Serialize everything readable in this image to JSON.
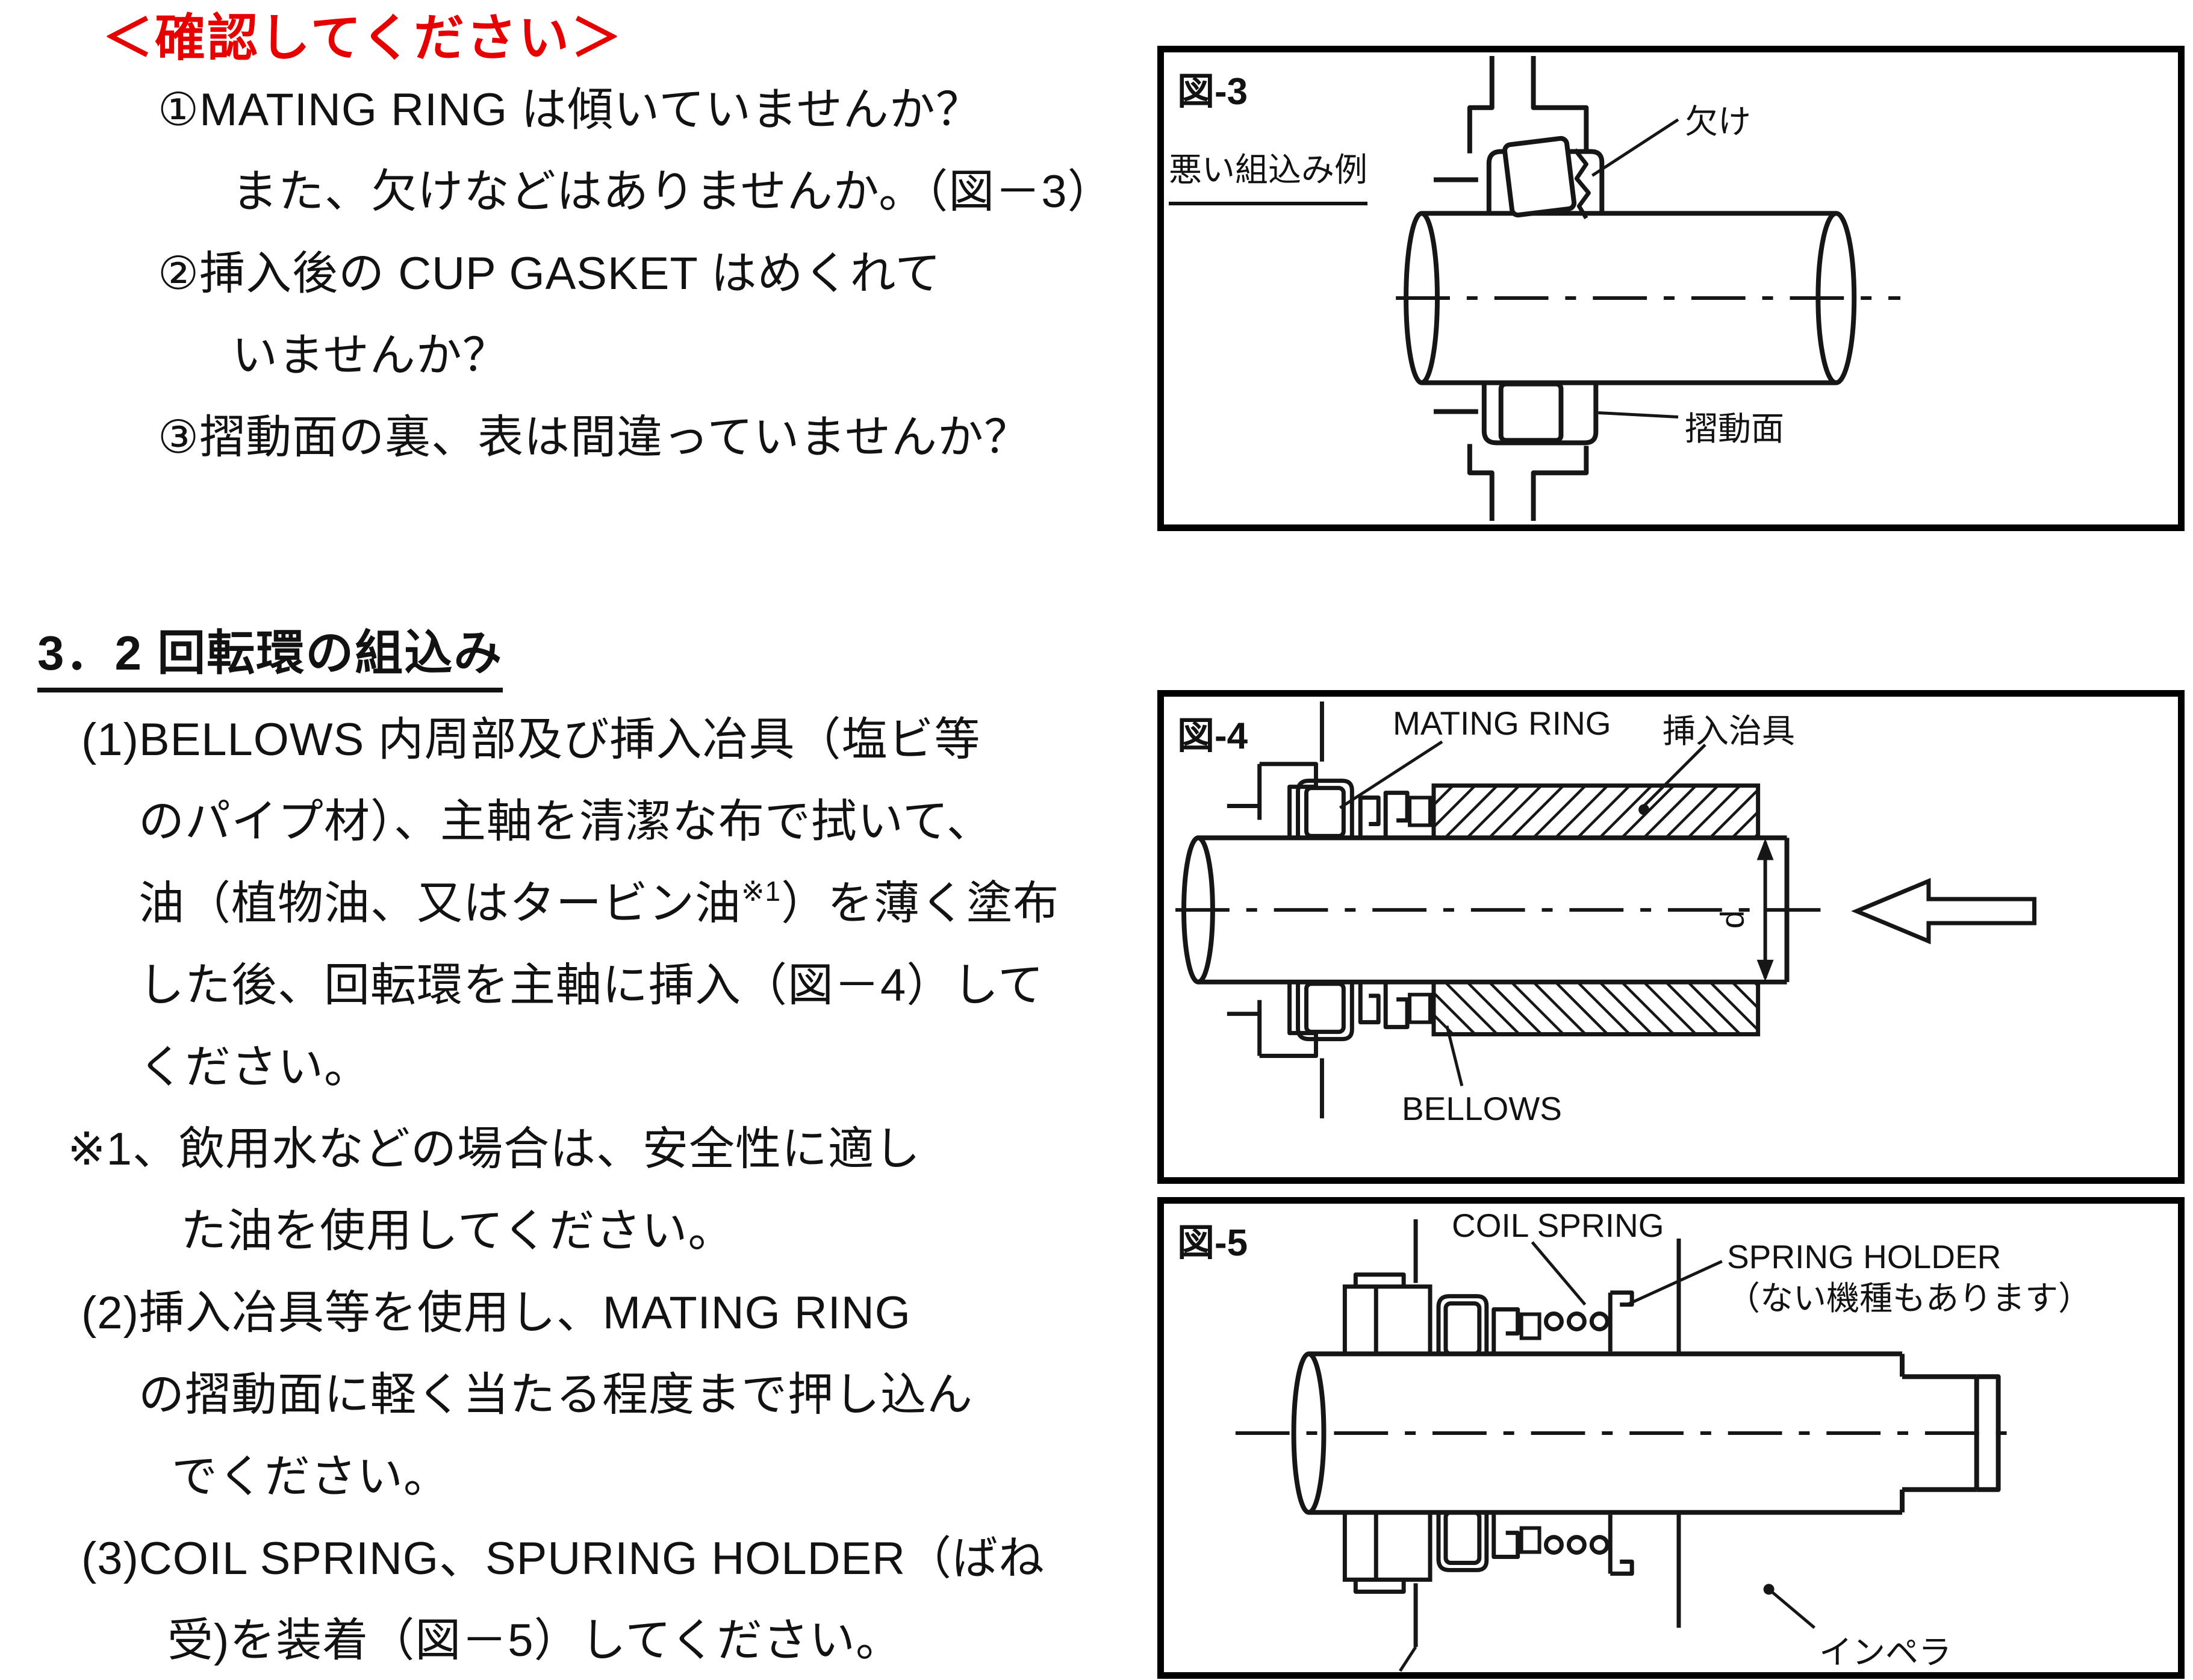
{
  "colors": {
    "accent_red": "#e60000",
    "ink": "#121212"
  },
  "confirm": {
    "heading": "＜確認してください＞",
    "i1l1": "①MATING RING は傾いていませんか？",
    "i1l2": "また、欠けなどはありませんか。（図－3）",
    "i2l1": "②挿入後の CUP GASKET はめくれて",
    "i2l2": "いませんか？",
    "i3l1": "③摺動面の裏、表は間違っていませんか？"
  },
  "section": {
    "heading": "3．2 回転環の組込み",
    "p1l1": "(1)BELLOWS 内周部及び挿入冶具（塩ビ等",
    "p1l2": "のパイプ材）、主軸を清潔な布で拭いて、",
    "p1l3a": "油（植物油、又はタービン油",
    "p1l3sup": "※1",
    "p1l3b": "）を薄く塗布",
    "p1l4": "した後、回転環を主軸に挿入（図－4）して",
    "p1l5": "ください。",
    "n1l1": "※1、飲用水などの場合は、安全性に適し",
    "n1l2": "た油を使用してください。",
    "p2l1": "(2)挿入冶具等を使用し、MATING RING",
    "p2l2": "の摺動面に軽く当たる程度まで押し込ん",
    "p2l3": "でください。",
    "p3l1": "(3)COIL SPRING、SPURING HOLDER（ばね",
    "p3l2": "受)を装着（図－5）してください。"
  },
  "fig3": {
    "title": "図-3",
    "subtitle": "悪い組込み例",
    "label_chip": "欠け",
    "label_sliding_surface": "摺動面"
  },
  "fig4": {
    "title": "図-4",
    "label_mating_ring": "MATING RING",
    "label_insertion_jig": "挿入治具",
    "label_bellows": "BELLOWS",
    "label_diameter": "d"
  },
  "fig5": {
    "title": "図-5",
    "label_coil_spring": "COIL SPRING",
    "label_spring_holder": "SPRING HOLDER",
    "label_spring_holder_note": "（ない機種もあります）",
    "label_impeller": "インペラ"
  }
}
